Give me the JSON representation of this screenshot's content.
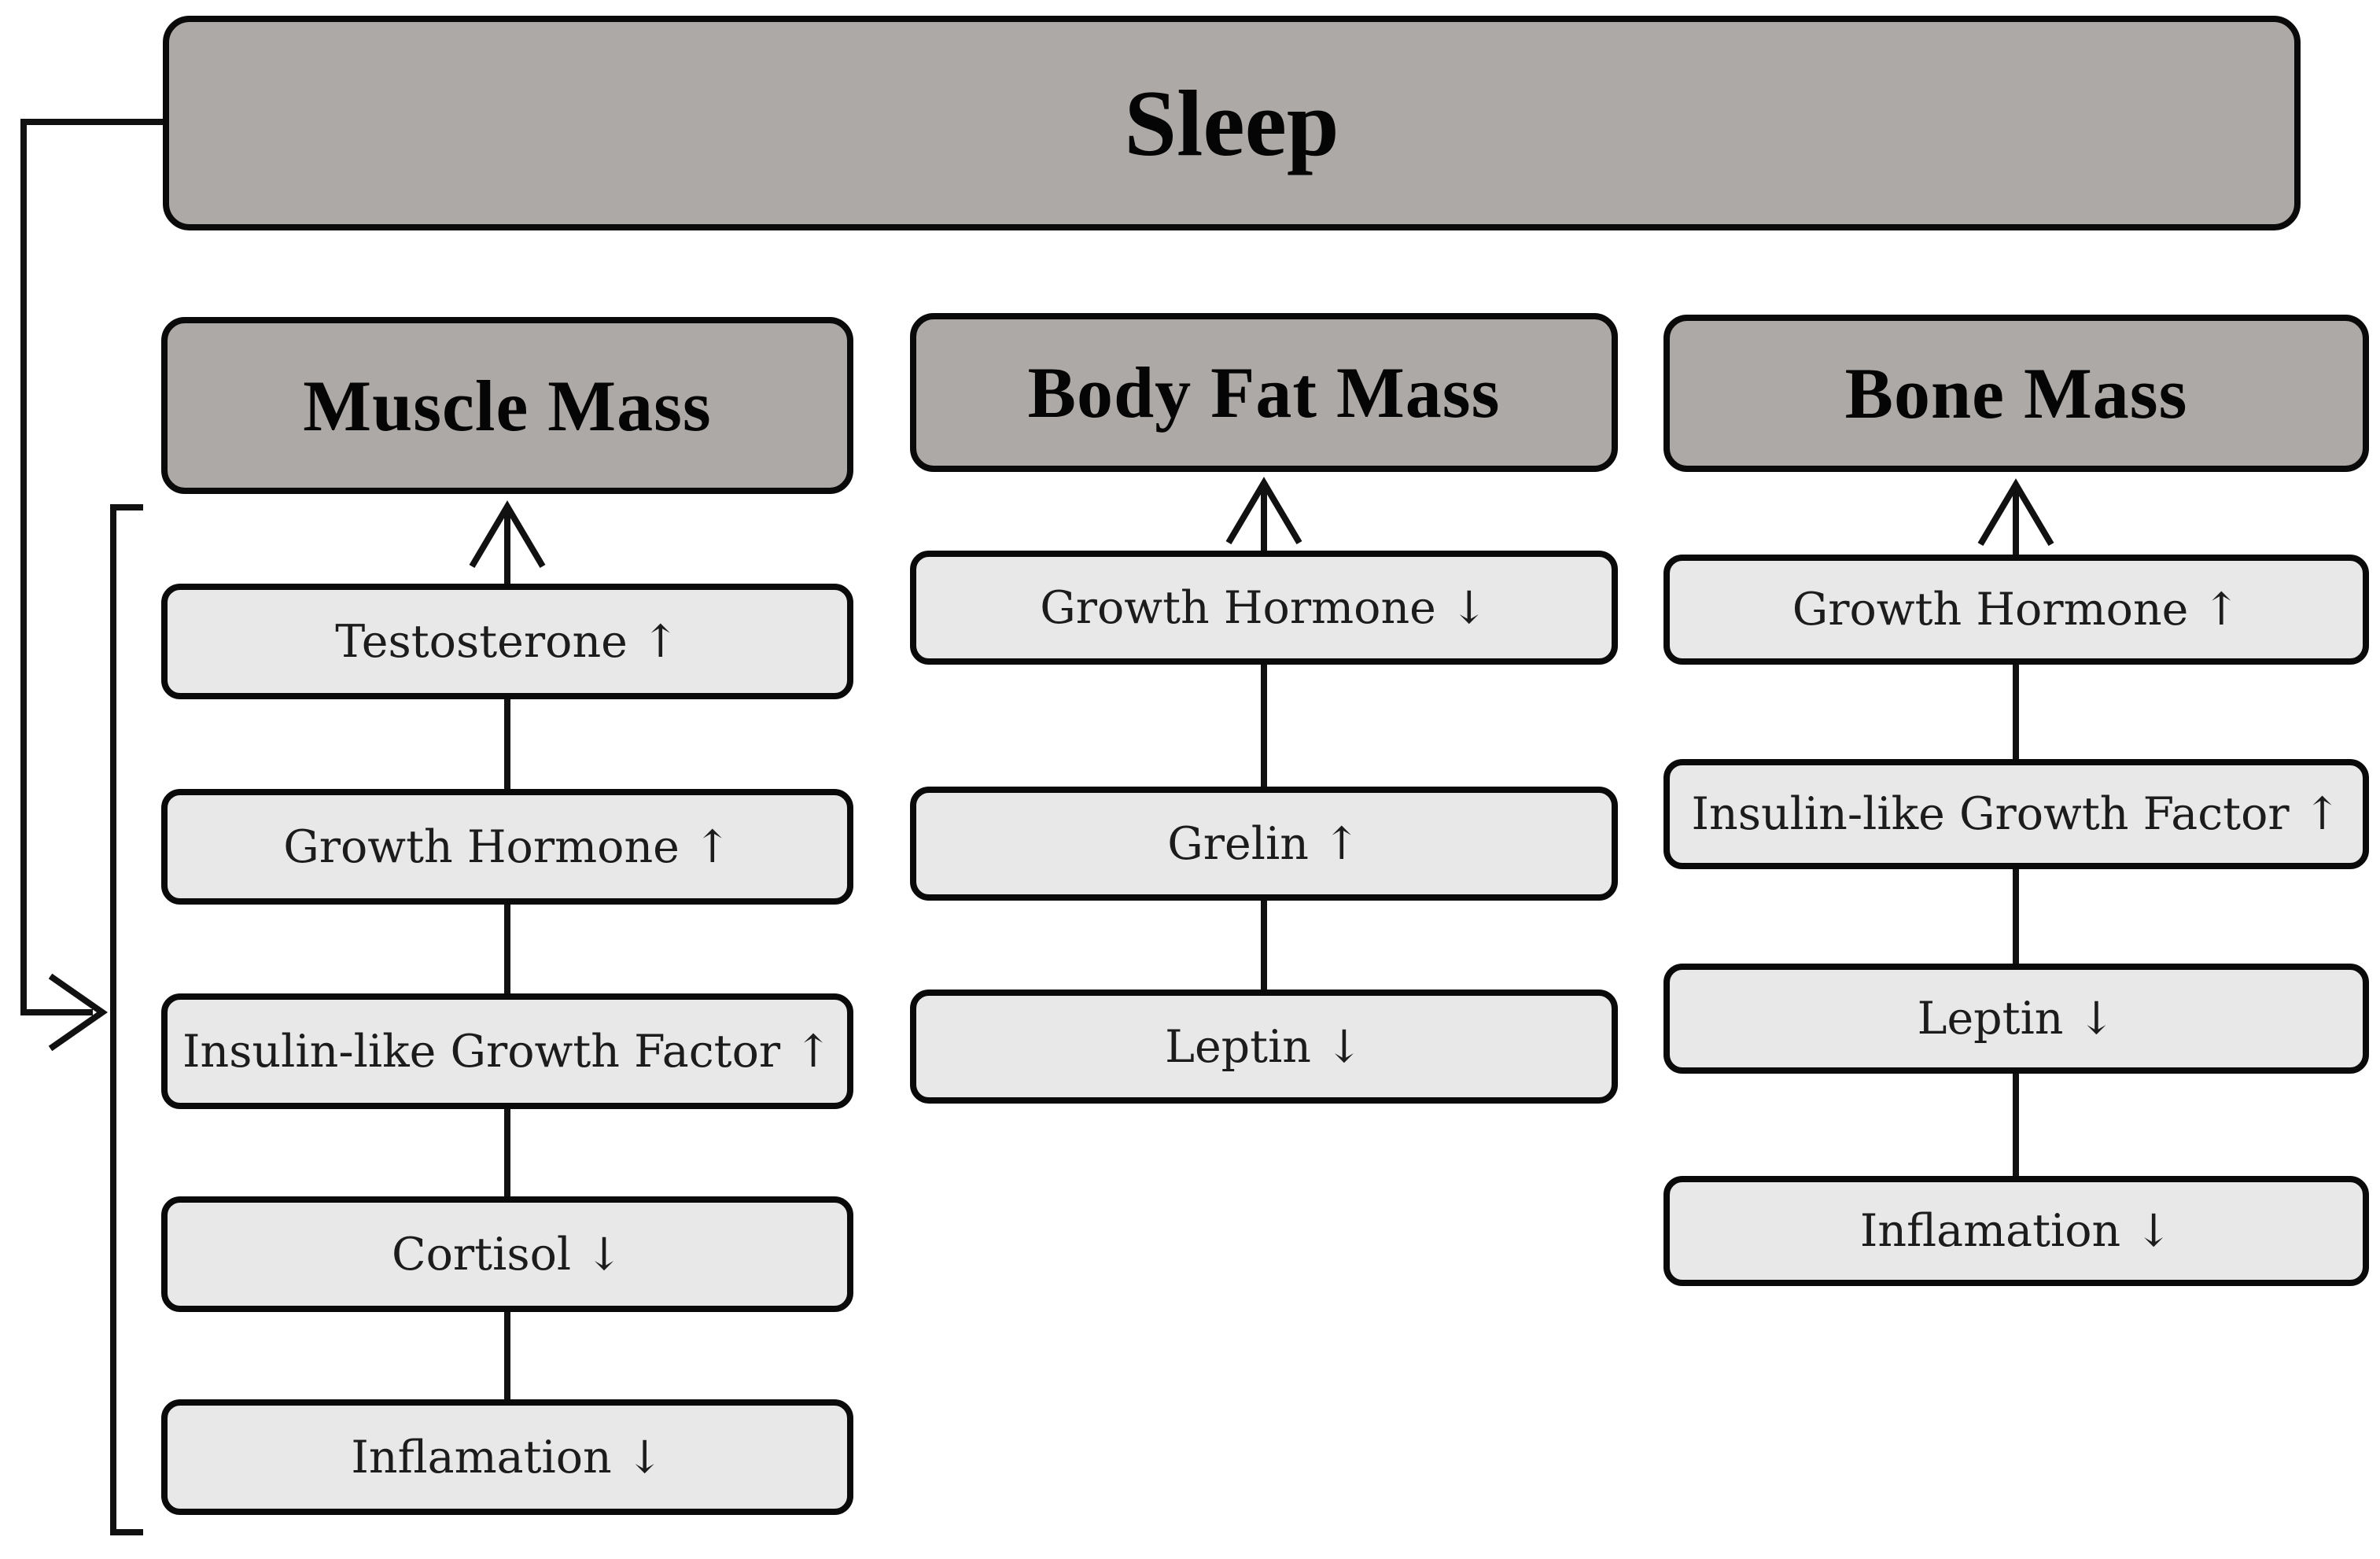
{
  "title": "Sleep",
  "columns": [
    {
      "header": "Muscle Mass",
      "items": [
        "Testosterone ↑",
        "Growth Hormone ↑",
        "Insulin-like Growth Factor ↑",
        "Cortisol ↓",
        "Inflamation ↓"
      ]
    },
    {
      "header": "Body Fat Mass",
      "items": [
        "Growth Hormone ↓",
        "Grelin ↑",
        "Leptin ↓"
      ]
    },
    {
      "header": "Bone Mass",
      "items": [
        "Growth Hormone ↑",
        "Insulin-like Growth Factor  ↑",
        "Leptin ↓",
        "Inflamation ↓"
      ]
    }
  ],
  "icons": {
    "up_arrow": "↑",
    "down_arrow": "↓"
  },
  "colors": {
    "header_fill": "#ada9a6",
    "item_fill": "#e8e8e8",
    "border": "#0a0a0a",
    "line": "#111111",
    "background": "#ffffff"
  }
}
